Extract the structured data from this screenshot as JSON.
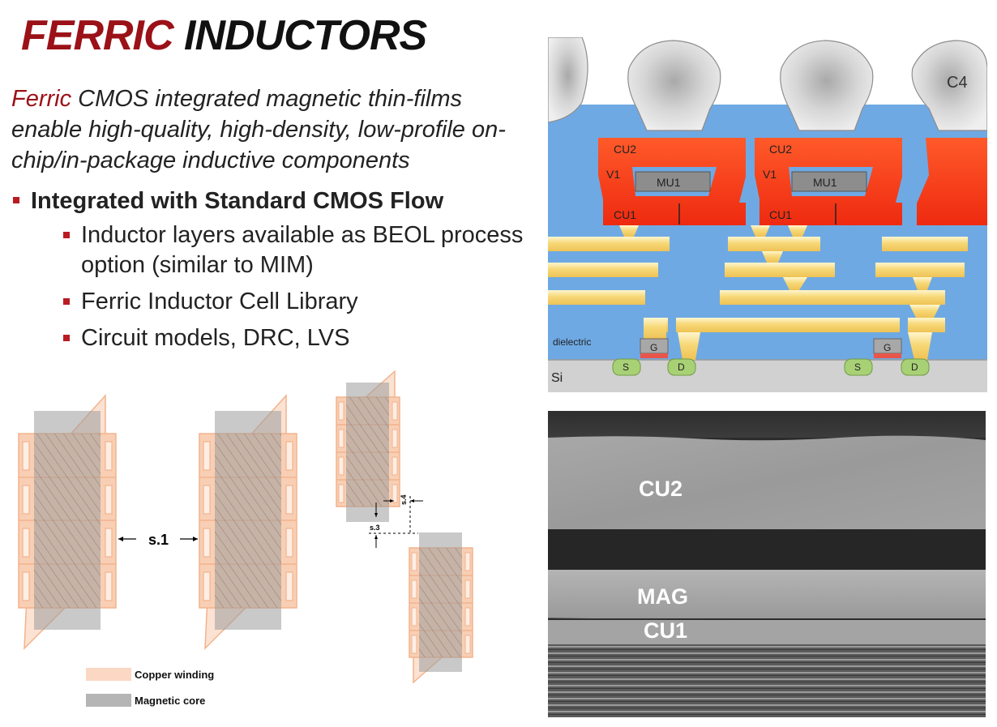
{
  "title": {
    "part1": "FERRIC",
    "part2": "INDUCTORS"
  },
  "intro": {
    "ferric": "Ferric",
    "rest": " CMOS integrated magnetic thin-films enable high-quality, high-density, low-profile on-chip/in-package inductive components"
  },
  "bullet1": "Integrated with Standard CMOS Flow",
  "subbullets": [
    "Inductor layers available as BEOL process option (similar to MIM)",
    "Ferric Inductor Cell Library",
    "Circuit models, DRC, LVS"
  ],
  "layout": {
    "spacing1": "s.1",
    "spacing3": "s.3",
    "spacing4": "s.4",
    "legend_copper": "Copper winding",
    "legend_core": "Magnetic core"
  },
  "cross_section": {
    "c4": "C4",
    "cu2": "CU2",
    "v1": "V1",
    "mu1": "MU1",
    "cu1": "CU1",
    "dielectric": "dielectric",
    "si": "Si",
    "source": "S",
    "drain": "D",
    "gate": "G"
  },
  "sem": {
    "cu2": "CU2",
    "mag": "MAG",
    "cu1": "CU1"
  },
  "colors": {
    "ferric_red": "#9b1118",
    "bullet_red": "#b81c22",
    "copper_fill": "#f8cfb4",
    "copper_stroke": "#f3b38d",
    "core_fill": "#9d9d9d",
    "dielectric": "#6fa9e3",
    "cu_layer": "#f23b16",
    "metal_gold": "#f6d36a",
    "substrate": "#d1d1d1",
    "sd_green": "#a8d176"
  }
}
